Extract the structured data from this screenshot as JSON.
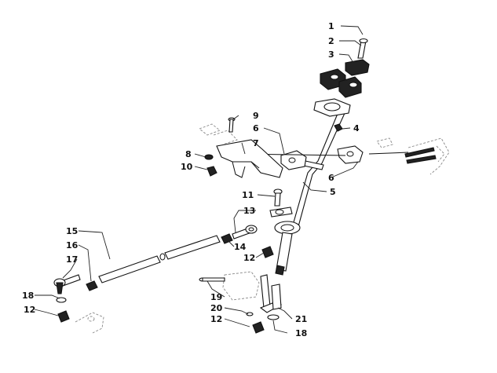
{
  "diagram": {
    "callouts": [
      {
        "id": "c1",
        "text": "1"
      },
      {
        "id": "c2",
        "text": "2"
      },
      {
        "id": "c3",
        "text": "3"
      },
      {
        "id": "c4",
        "text": "4"
      },
      {
        "id": "c5",
        "text": "5"
      },
      {
        "id": "c6a",
        "text": "6"
      },
      {
        "id": "c6b",
        "text": "6"
      },
      {
        "id": "c7",
        "text": "7"
      },
      {
        "id": "c8",
        "text": "8"
      },
      {
        "id": "c9",
        "text": "9"
      },
      {
        "id": "c10",
        "text": "10"
      },
      {
        "id": "c11",
        "text": "11"
      },
      {
        "id": "c12a",
        "text": "12"
      },
      {
        "id": "c12b",
        "text": "12"
      },
      {
        "id": "c12c",
        "text": "12"
      },
      {
        "id": "c13",
        "text": "13"
      },
      {
        "id": "c14",
        "text": "14"
      },
      {
        "id": "c15",
        "text": "15"
      },
      {
        "id": "c16",
        "text": "16"
      },
      {
        "id": "c17",
        "text": "17"
      },
      {
        "id": "c18a",
        "text": "18"
      },
      {
        "id": "c18b",
        "text": "18"
      },
      {
        "id": "c19",
        "text": "19"
      },
      {
        "id": "c20",
        "text": "20"
      },
      {
        "id": "c21",
        "text": "21"
      }
    ]
  },
  "colors": {
    "line": "#111111",
    "ghost": "#888888",
    "background": "#ffffff"
  }
}
